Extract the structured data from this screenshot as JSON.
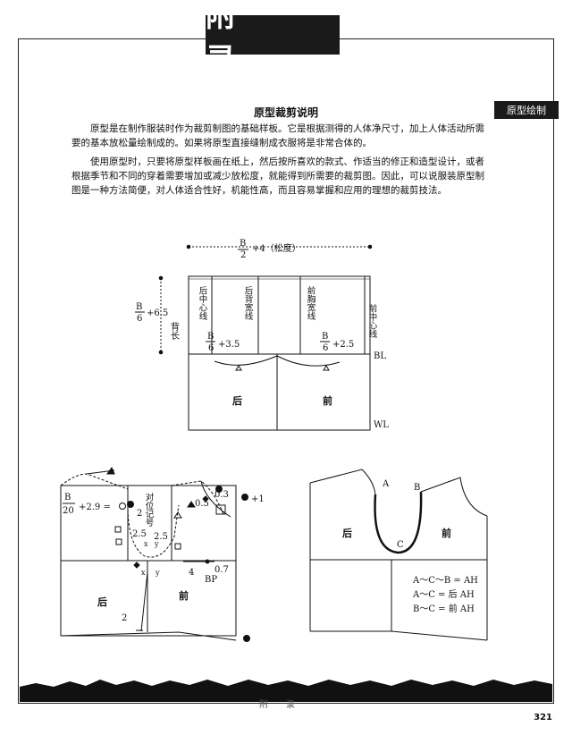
{
  "header": {
    "title": "附 录"
  },
  "side_tab": {
    "label": "原型绘制"
  },
  "section": {
    "title": "原型裁剪说明",
    "paragraph_1": "原型是在制作服装时作为裁剪制图的基础样板。它是根据测得的人体净尺寸，加上人体活动所需要的基本放松量绘制成的。如果将原型直接缝制成衣服将是非常合体的。",
    "paragraph_2": "使用原型时，只要将原型样板画在纸上，然后按所喜欢的款式、作适当的修正和造型设计，或者根据季节和不同的穿着需要增加或减少放松度，就能得到所需要的裁剪图。因此，可以说服装原型制图是一种方法简便，对人体适合性好，机能性高，而且容易掌握和应用的理想的裁剪技法。"
  },
  "diagram_top": {
    "width_formula": "+4（松度）",
    "frac_b": "B",
    "frac_2": "2",
    "frac_6": "6",
    "height_add": "+6.5",
    "back_length": "背长",
    "back_center": "后中心线",
    "back_width": "后背宽线",
    "front_chest": "前胸宽线",
    "front_center": "前中心线",
    "left_add": "+3.5",
    "right_add": "+2.5",
    "bl": "BL",
    "wl": "WL",
    "back": "后",
    "front": "前"
  },
  "diagram_left": {
    "frac_b": "B",
    "frac_20": "20",
    "formula": "+2.9 =",
    "mark_label": "对位记号",
    "num_2": "2",
    "num_25a": "2.5",
    "num_25b": "2.5",
    "num_05": "0.5",
    "num_03": "0.3",
    "num_1": "+1",
    "num_4": "4",
    "num_07": "0.7",
    "bp": "BP",
    "num_2b": "2",
    "x_a": "x",
    "y_a": "y",
    "x_b": "x",
    "y_b": "y",
    "back": "后",
    "front": "前"
  },
  "diagram_right": {
    "a": "A",
    "b": "B",
    "c": "C",
    "back": "后",
    "front": "前",
    "eq1": "A～C～B = AH",
    "eq2": "A～C = 后 AH",
    "eq3": "B～C = 前 AH"
  },
  "footer": {
    "label": "附录",
    "page": "321"
  }
}
